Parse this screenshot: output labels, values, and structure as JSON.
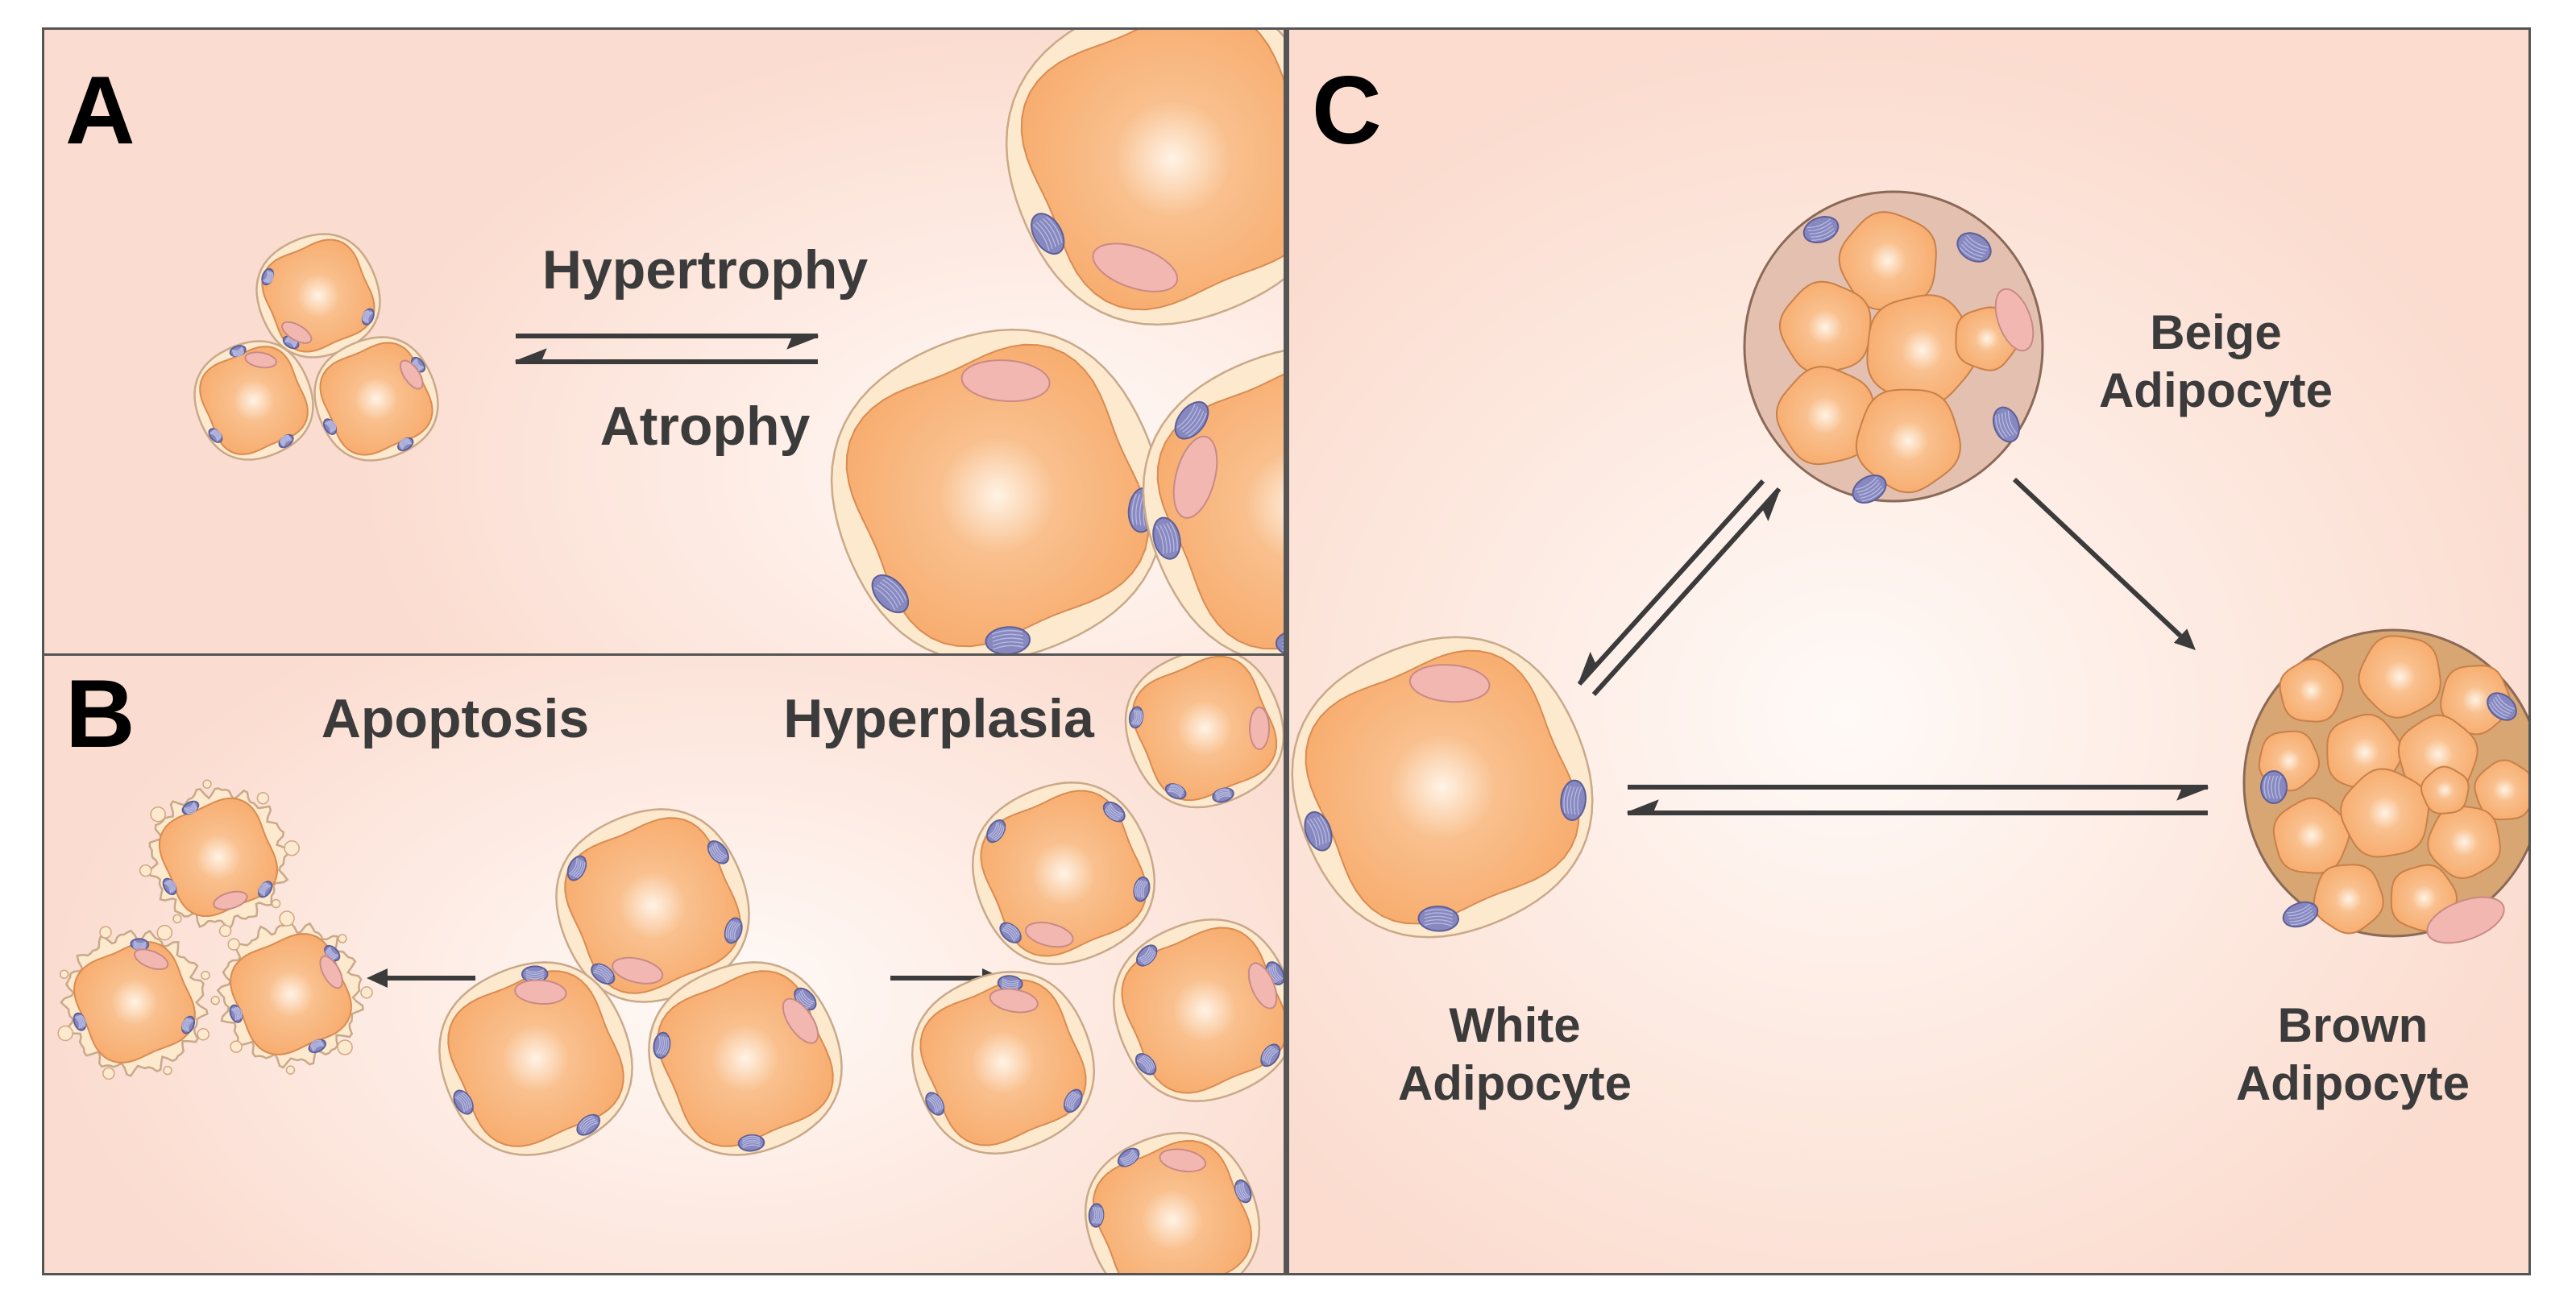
{
  "colors": {
    "cell_fill": "#f7ab6c",
    "cell_highlight": "#fff3e6",
    "cytoplasm": "#fde9cd",
    "nucleus": "#8688bf",
    "organelle": "#f2b7b0",
    "brown_cytoplasm": "#d8a672",
    "beige_cytoplasm": "#e4c0b0",
    "text": "#3b3b3b",
    "arrow": "#3b3b3b"
  },
  "panel_a": {
    "letter": "A",
    "arrow_forward_label": "Hypertrophy",
    "arrow_back_label": "Atrophy"
  },
  "panel_b": {
    "letter": "B",
    "left_label": "Apoptosis",
    "right_label": "Hyperplasia"
  },
  "panel_c": {
    "letter": "C",
    "beige_label_1": "Beige",
    "beige_label_2": "Adipocyte",
    "white_label_1": "White",
    "white_label_2": "Adipocyte",
    "brown_label_1": "Brown",
    "brown_label_2": "Adipocyte"
  }
}
